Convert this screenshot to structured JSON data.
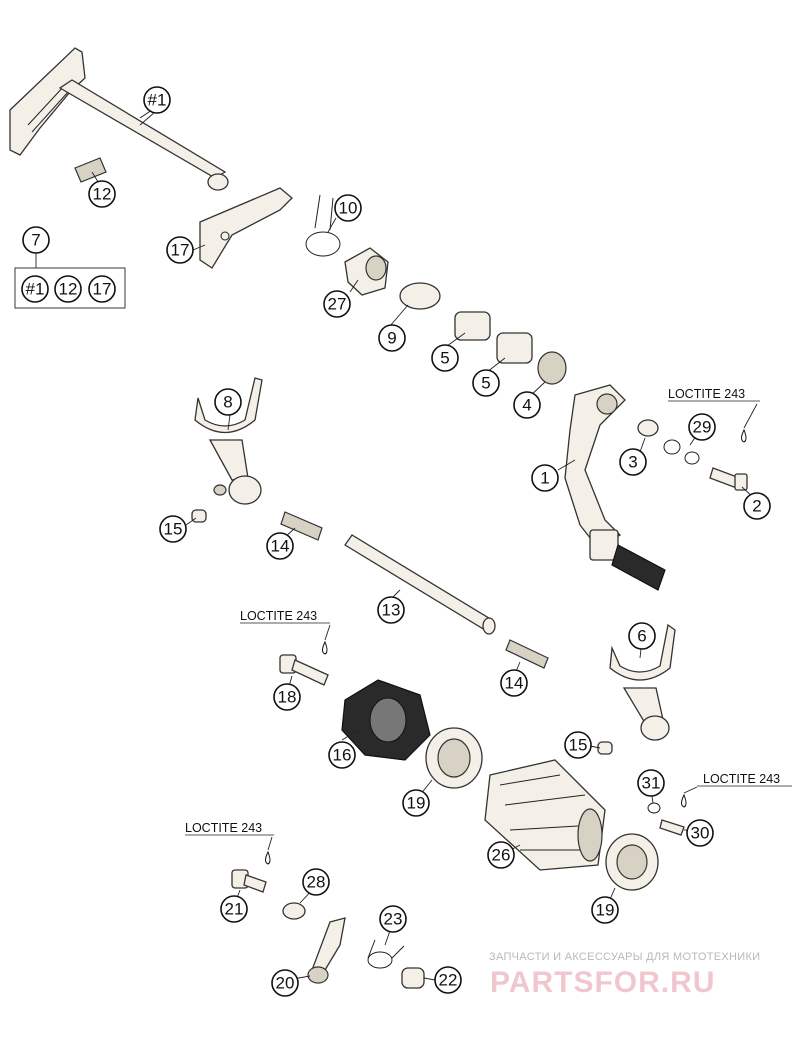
{
  "callouts": {
    "c1_top": "#1",
    "c12_top": "12",
    "c10": "10",
    "c7": "7",
    "kit_1": "#1",
    "kit_12": "12",
    "kit_17": "17",
    "c17_top": "17",
    "c27": "27",
    "c9": "9",
    "c5a": "5",
    "c5b": "5",
    "c4": "4",
    "c8": "8",
    "c1": "1",
    "c3": "3",
    "c29": "29",
    "c2": "2",
    "c15a": "15",
    "c14a": "14",
    "c13": "13",
    "c18": "18",
    "c14b": "14",
    "c6": "6",
    "c16": "16",
    "c15b": "15",
    "c31": "31",
    "c30": "30",
    "c19a": "19",
    "c26": "26",
    "c19b": "19",
    "c21": "21",
    "c28": "28",
    "c23": "23",
    "c20": "20",
    "c22": "22"
  },
  "loctite": {
    "l1": "LOCTITE 243",
    "l2": "LOCTITE 243",
    "l3": "LOCTITE 243",
    "l4": "LOCTITE 243"
  },
  "watermark": {
    "tagline": "ЗАПЧАСТИ И АКСЕССУАРЫ ДЛЯ МОТОТЕХНИКИ",
    "logo": "PARTSFOR.RU"
  }
}
